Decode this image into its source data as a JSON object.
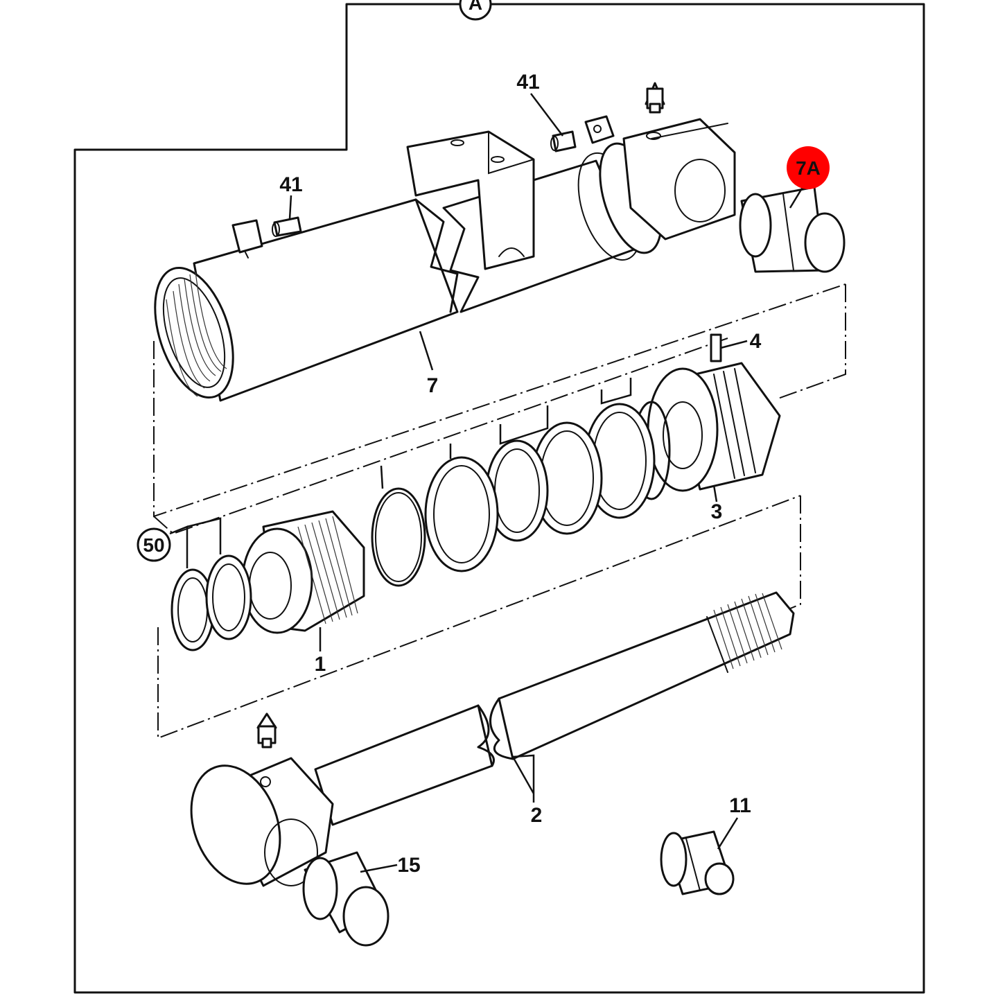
{
  "diagram": {
    "section_ref": "A",
    "callouts": {
      "label_41_top": "41",
      "label_41_left": "41",
      "label_7a": "7A",
      "label_7": "7",
      "label_4": "4",
      "label_3": "3",
      "label_50": "50",
      "label_1": "1",
      "label_2": "2",
      "label_11": "11",
      "label_15": "15"
    },
    "highlight_color": "#ff0000"
  }
}
